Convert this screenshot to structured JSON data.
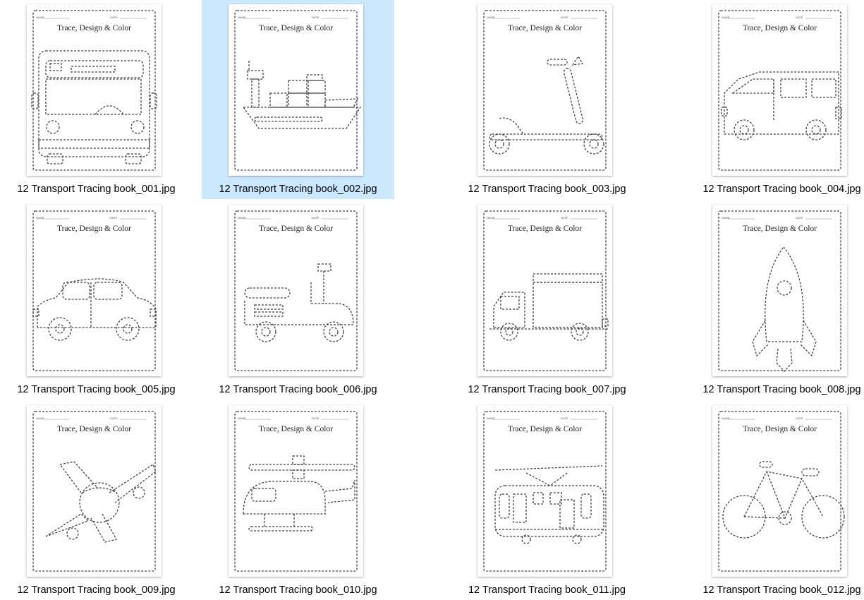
{
  "files": [
    {
      "name": "12 Transport Tracing book_001.jpg",
      "icon": "bus-icon",
      "selected": false
    },
    {
      "name": "12 Transport Tracing book_002.jpg",
      "icon": "ship-icon",
      "selected": true
    },
    {
      "name": "12 Transport Tracing book_003.jpg",
      "icon": "scooter-icon",
      "selected": false
    },
    {
      "name": "12 Transport Tracing book_004.jpg",
      "icon": "van-icon",
      "selected": false
    },
    {
      "name": "12 Transport Tracing book_005.jpg",
      "icon": "car-icon",
      "selected": false
    },
    {
      "name": "12 Transport Tracing book_006.jpg",
      "icon": "motor-scooter-icon",
      "selected": false
    },
    {
      "name": "12 Transport Tracing book_007.jpg",
      "icon": "truck-icon",
      "selected": false
    },
    {
      "name": "12 Transport Tracing book_008.jpg",
      "icon": "rocket-icon",
      "selected": false
    },
    {
      "name": "12 Transport Tracing book_009.jpg",
      "icon": "airplane-icon",
      "selected": false
    },
    {
      "name": "12 Transport Tracing book_010.jpg",
      "icon": "helicopter-icon",
      "selected": false
    },
    {
      "name": "12 Transport Tracing book_011.jpg",
      "icon": "tram-icon",
      "selected": false
    },
    {
      "name": "12 Transport Tracing book_012.jpg",
      "icon": "bicycle-icon",
      "selected": false
    }
  ],
  "sheet": {
    "title": "Trace, Design & Color",
    "name_label": "NAME",
    "date_label": "DATE"
  },
  "colors": {
    "selection": "#cce8ff",
    "dash": "#444444"
  }
}
